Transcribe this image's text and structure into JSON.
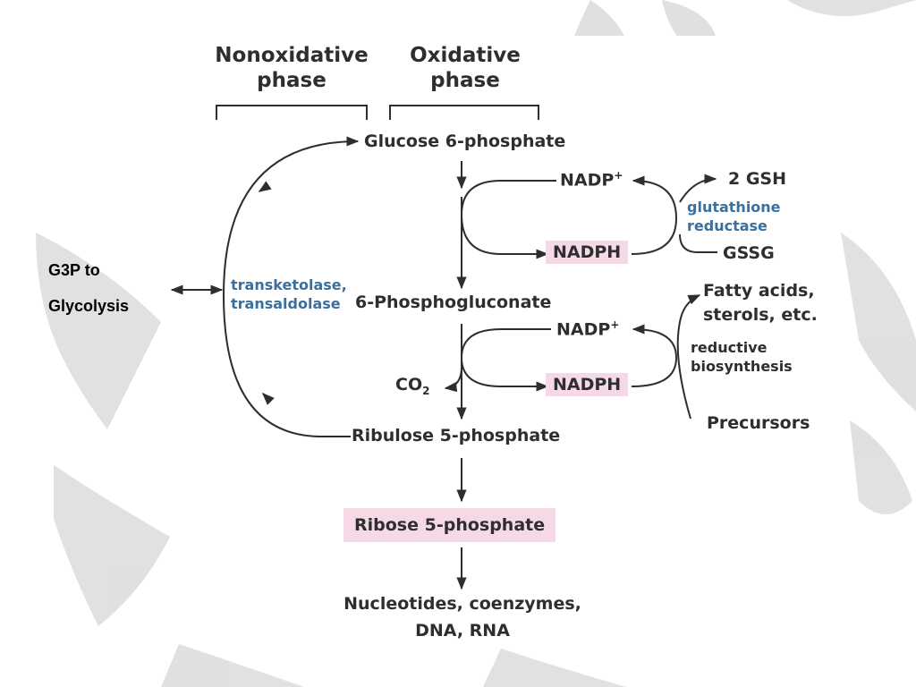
{
  "phases": {
    "nonoxidative": [
      "Nonoxidative",
      "phase"
    ],
    "oxidative": [
      "Oxidative",
      "phase"
    ]
  },
  "compounds": {
    "glucose6p": "Glucose 6-phosphate",
    "nadp_plus": "NADP",
    "nadp_sup": "+",
    "nadph": "NADPH",
    "gsh": "2 GSH",
    "gssg": "GSSG",
    "phosphogluconate": "6-Phosphogluconate",
    "co2_main": "CO",
    "co2_sub": "2",
    "ribulose5p": "Ribulose 5-phosphate",
    "ribose5p": "Ribose 5-phosphate",
    "fatty_acids": [
      "Fatty acids,",
      "sterols, etc."
    ],
    "precursors": "Precursors",
    "products": [
      "Nucleotides, coenzymes,",
      "DNA, RNA"
    ]
  },
  "enzymes": {
    "glutathione_reductase": [
      "glutathione",
      "reductase"
    ],
    "transketolase": [
      "transketolase,",
      "transaldolase"
    ],
    "reductive_biosynthesis": [
      "reductive",
      "biosynthesis"
    ]
  },
  "side_note": [
    "G3P to",
    "Glycolysis"
  ],
  "colors": {
    "enzyme_blue": "#3a6f9e",
    "highlight_pink": "#f5d9e6",
    "line": "#2e2e2e"
  }
}
